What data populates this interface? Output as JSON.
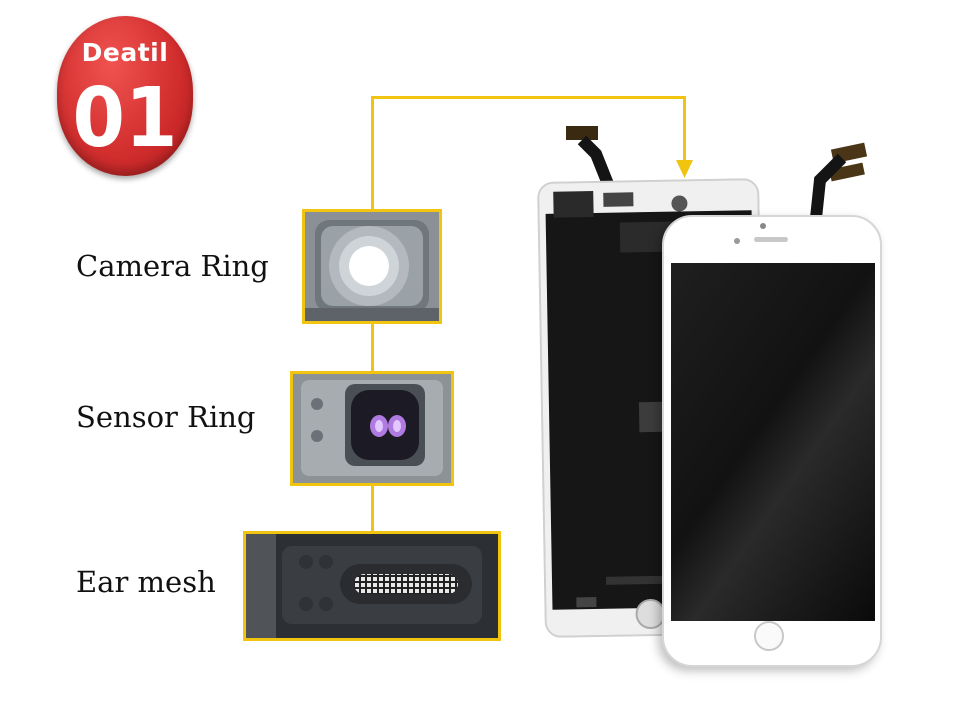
{
  "badge": {
    "top_text": "Deatil",
    "number": "01"
  },
  "labels": {
    "camera_ring": "Camera Ring",
    "sensor_ring": "Sensor Ring",
    "ear_mesh": "Ear mesh"
  },
  "colors": {
    "accent_yellow": "#f1c40f",
    "badge_red": "#d32f2f"
  }
}
